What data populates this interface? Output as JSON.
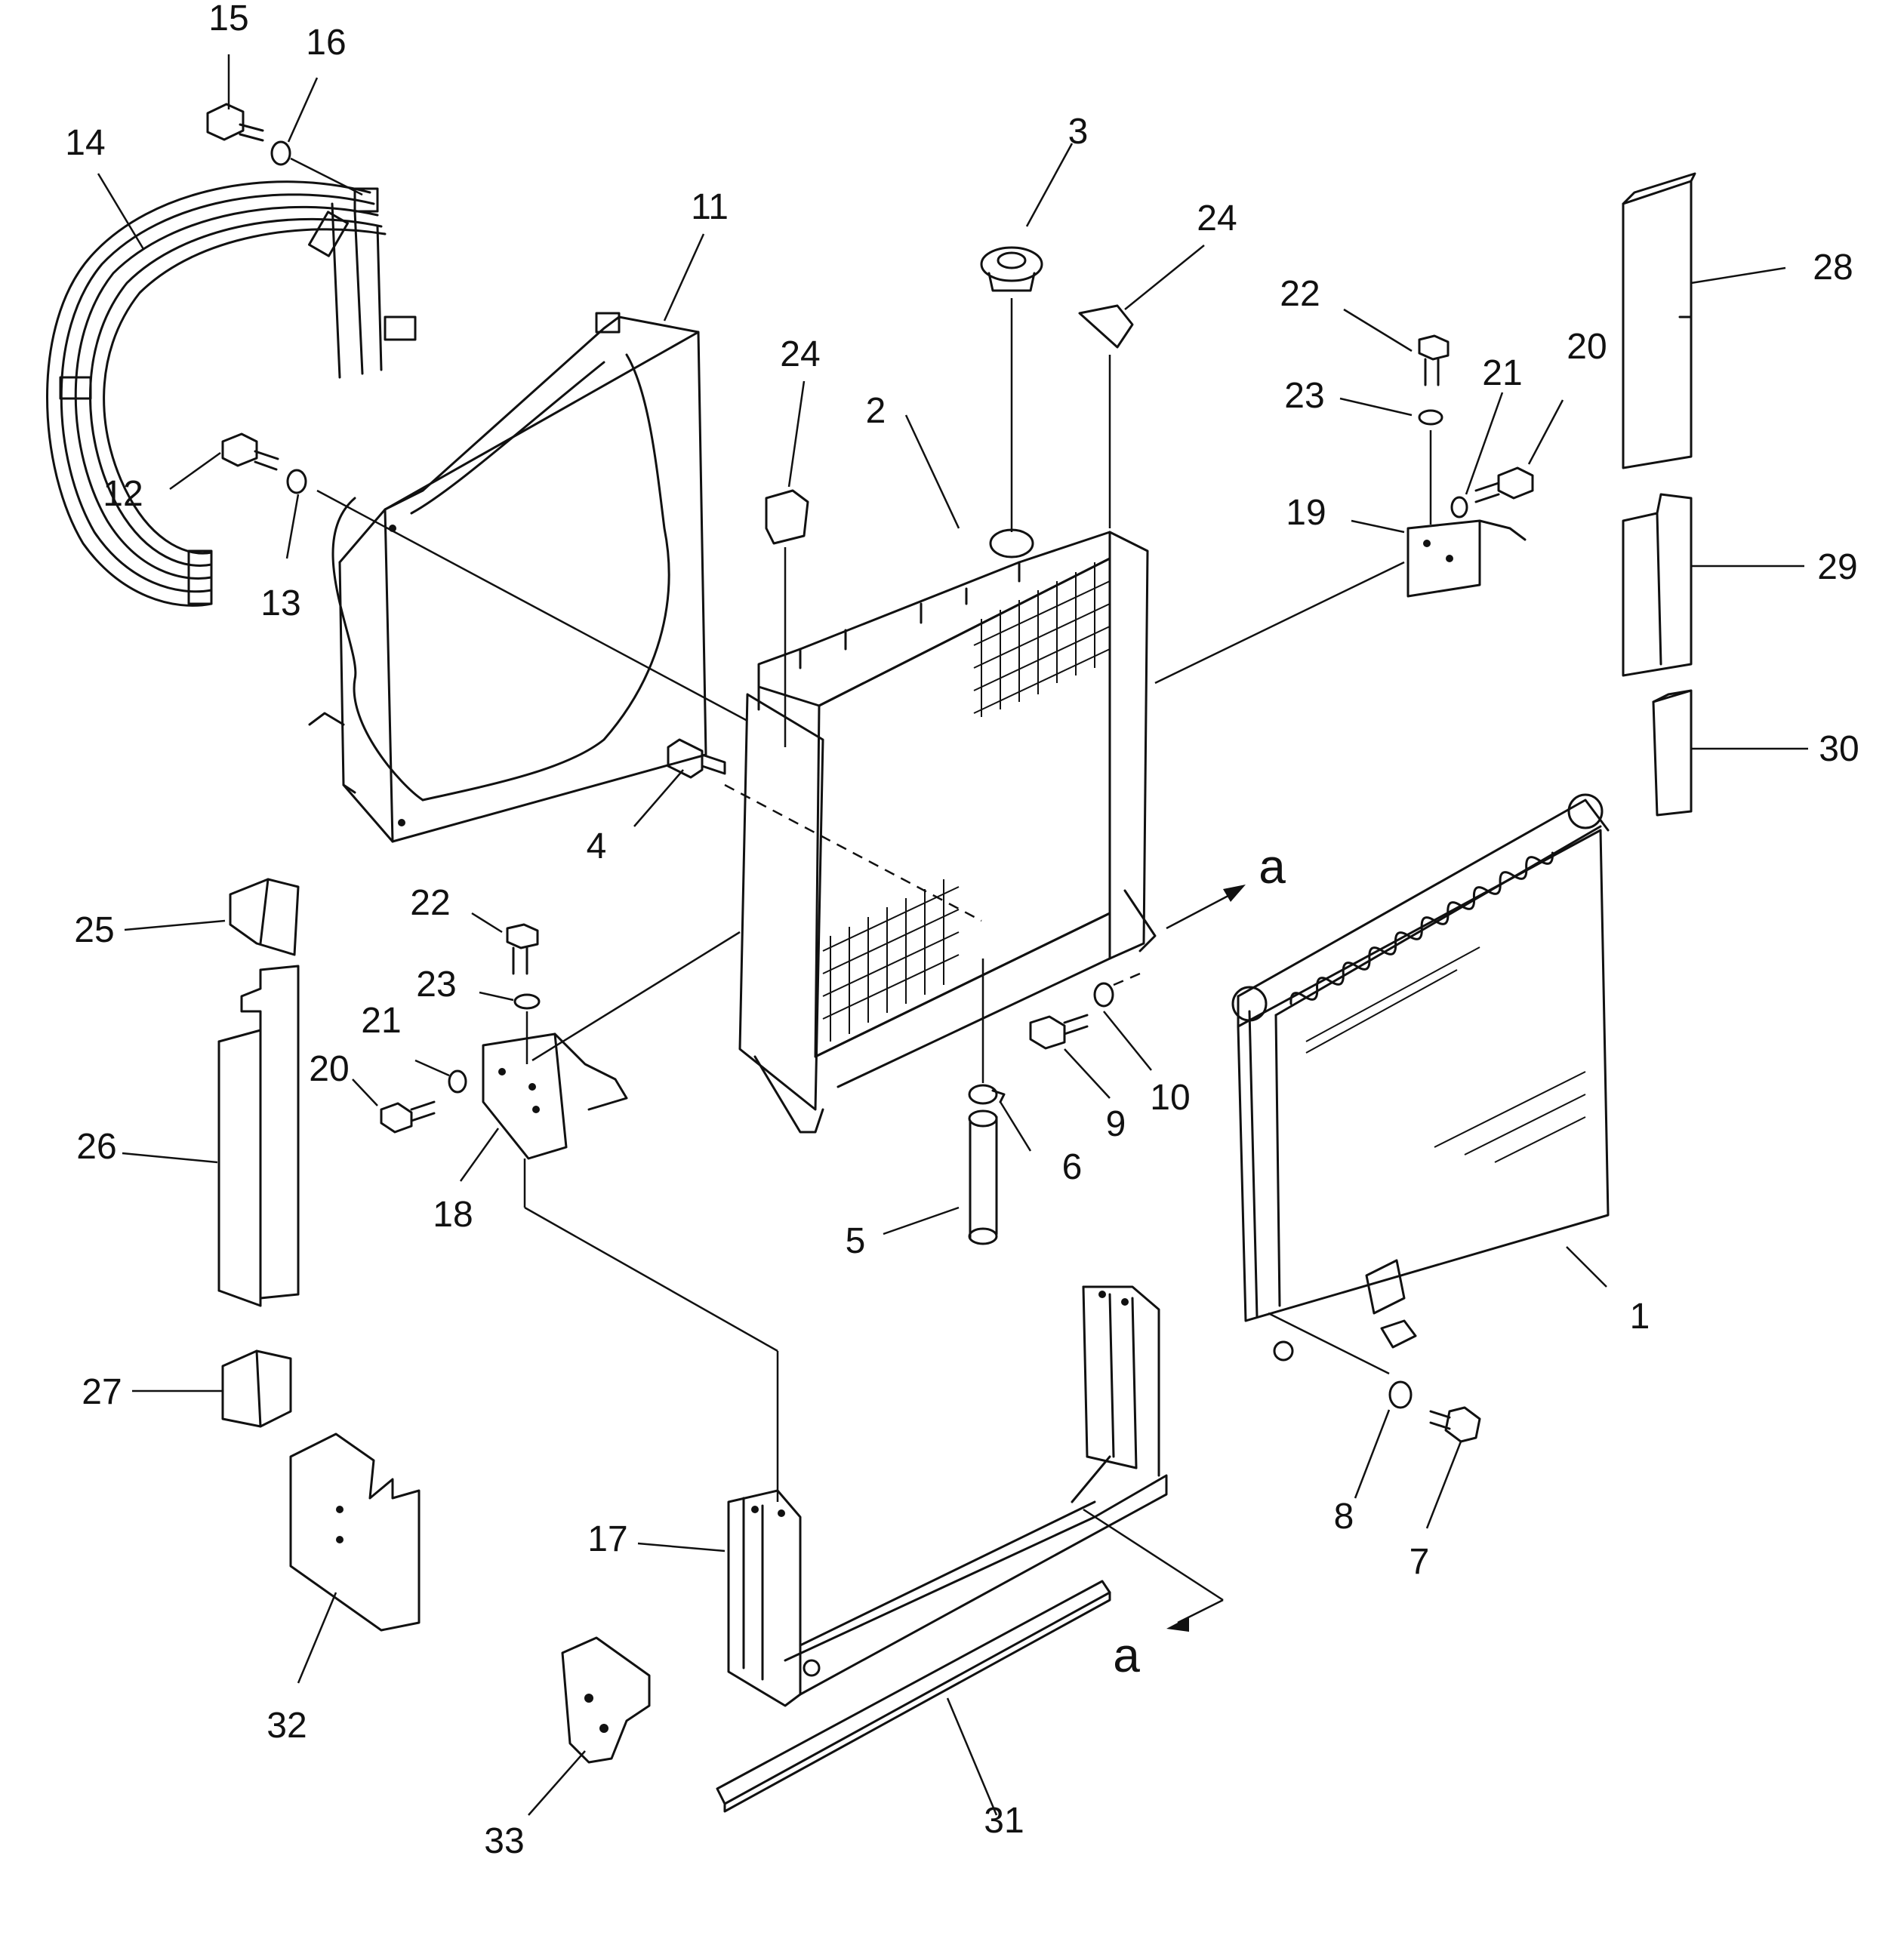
{
  "diagram": {
    "callouts": [
      "1",
      "2",
      "3",
      "4",
      "5",
      "6",
      "7",
      "8",
      "9",
      "10",
      "11",
      "12",
      "13",
      "14",
      "15",
      "16",
      "17",
      "18",
      "19",
      "20",
      "20",
      "21",
      "21",
      "22",
      "22",
      "23",
      "23",
      "24",
      "24",
      "25",
      "26",
      "27",
      "28",
      "29",
      "30",
      "31",
      "32",
      "33"
    ],
    "section_marks": [
      "a",
      "a"
    ],
    "parts": [
      "condenser-core",
      "radiator",
      "radiator-cap",
      "drain-cock",
      "hose",
      "hose-clamp",
      "bolt",
      "washer",
      "bolt",
      "washer",
      "fan-shroud",
      "bolt",
      "washer",
      "wiring-harness",
      "bolt",
      "washer",
      "support-frame",
      "bracket",
      "bracket",
      "bolt",
      "washer",
      "bolt",
      "washer",
      "cushion",
      "block",
      "cushion",
      "block",
      "block",
      "cushion",
      "block",
      "cushion",
      "seal",
      "block",
      "cushion"
    ]
  }
}
